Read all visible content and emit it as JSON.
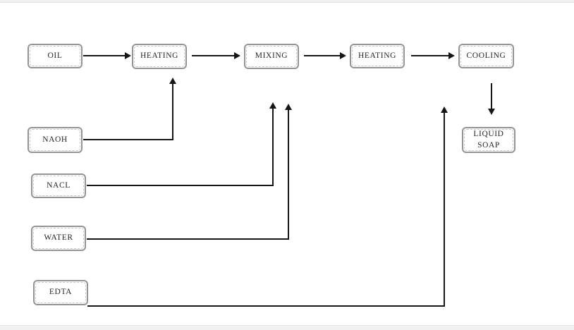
{
  "page": {
    "background_color": "#ffffff",
    "edge_strip_color": "#f1f1f1"
  },
  "diagram": {
    "type": "flowchart",
    "subject": "liquid-soap-production-process",
    "colors": {
      "box_border": "#949494",
      "box_inner_dash": "#c6c6c6",
      "arrow_line": "#161616",
      "text": "#262626"
    },
    "nodes": {
      "oil": {
        "label": "OIL"
      },
      "heating1": {
        "label": "HEATING"
      },
      "mixing": {
        "label": "MIXING"
      },
      "heating2": {
        "label": "HEATING"
      },
      "cooling": {
        "label": "COOLING"
      },
      "liquid_soap": {
        "line1": "LIQUID",
        "line2": "SOAP"
      },
      "naoh": {
        "label": "NAOH"
      },
      "nacl": {
        "label": "NACL"
      },
      "water": {
        "label": "WATER"
      },
      "edta": {
        "label": "EDTA"
      }
    },
    "edges": [
      {
        "from": "OIL",
        "to": "HEATING",
        "style": "straight-right"
      },
      {
        "from": "HEATING",
        "to": "MIXING",
        "style": "straight-right"
      },
      {
        "from": "MIXING",
        "to": "HEATING",
        "style": "straight-right"
      },
      {
        "from": "HEATING",
        "to": "COOLING",
        "style": "straight-right"
      },
      {
        "from": "COOLING",
        "to": "LIQUID SOAP",
        "style": "straight-down"
      },
      {
        "from": "NAOH",
        "to": "HEATING",
        "style": "elbow-up"
      },
      {
        "from": "NACL",
        "to": "MIXING",
        "style": "elbow-up"
      },
      {
        "from": "WATER",
        "to": "MIXING",
        "style": "elbow-up"
      },
      {
        "from": "EDTA",
        "to": "COOLING",
        "style": "elbow-up"
      }
    ]
  }
}
